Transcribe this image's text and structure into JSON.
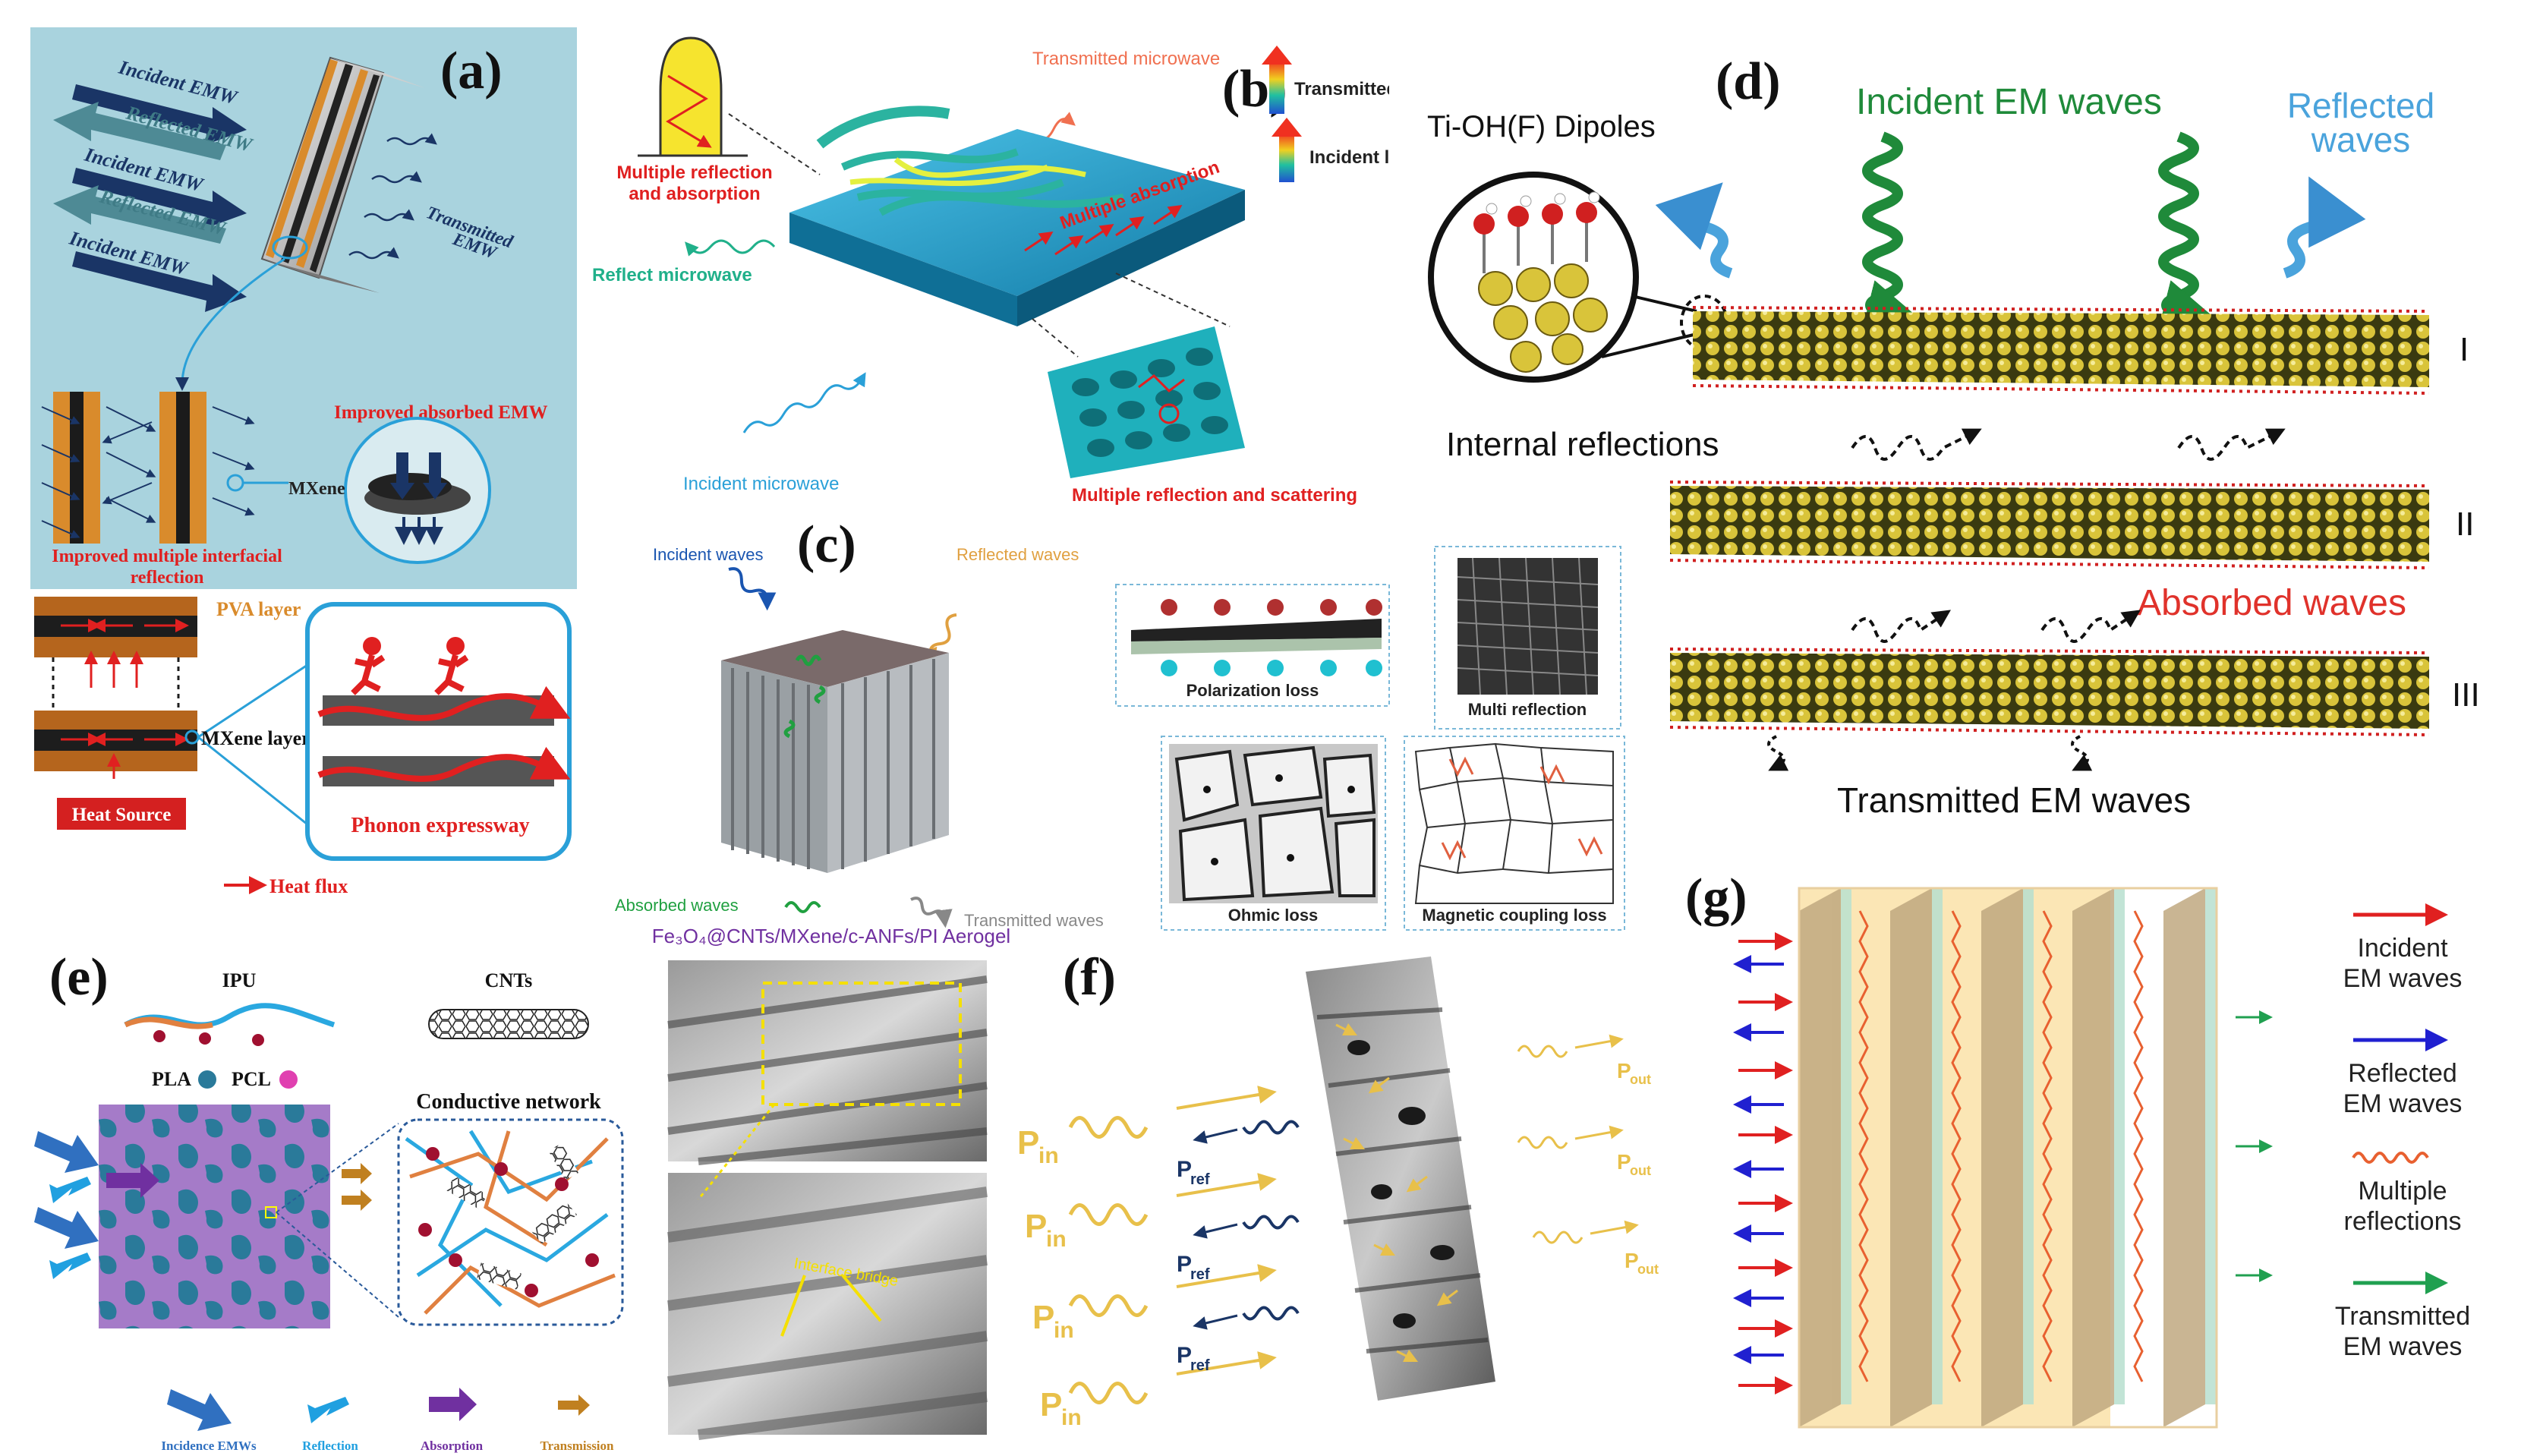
{
  "colors": {
    "panel_a_bg": "#a9d3de",
    "mxene_orange": "#d98b2c",
    "heat_red": "#e02020",
    "incident_green": "#1f8a3a",
    "reflected_blue": "#3a8fd0",
    "absorbed_red": "#e0322b",
    "wave_yellow": "#e8c04a",
    "navy": "#1a3566"
  },
  "panel_a": {
    "label": "(a)",
    "incident_1": "Incident EMW",
    "reflected_1": "Reflected EMW",
    "incident_2": "Incident EMW",
    "reflected_2": "Reflected EMW",
    "incident_3": "Incident EMW",
    "transmitted": "Transmitted",
    "transmitted_2": "EMW",
    "improved_absorbed": "Improved absorbed EMW",
    "mxene": "MXene",
    "improved_multiple_1": "Improved multiple interfacial",
    "improved_multiple_2": "reflection",
    "pva_layer": "PVA layer",
    "mxene_layer": "MXene layer",
    "phonon": "Phonon expressway",
    "heat_source": "Heat Source",
    "heat_flux": "Heat flux"
  },
  "panel_b": {
    "label": "(b)",
    "transmitted_microwave": "Transmitted microwave",
    "multiple_reflection_1": "Multiple reflection",
    "multiple_reflection_2": "and absorption",
    "transmitted_light": "Transmitted light",
    "multiple_absorption": "Multiple absorption",
    "incident_light": "Incident light",
    "reflect_microwave": "Reflect microwave",
    "incident_microwave": "Incident microwave",
    "multiple_scattering": "Multiple reflection and scattering"
  },
  "panel_c": {
    "label": "(c)",
    "incident_waves": "Incident waves",
    "reflected_waves": "Reflected waves",
    "absorbed_waves": "Absorbed waves",
    "transmitted_waves": "Transmitted waves",
    "polarization_loss": "Polarization loss",
    "multi_reflection": "Multi reflection",
    "ohmic_loss": "Ohmic loss",
    "magnetic_loss": "Magnetic coupling loss"
  },
  "panel_d": {
    "label": "(d)",
    "dipoles": "Ti-OH(F) Dipoles",
    "incident": "Incident EM waves",
    "reflected_1": "Reflected",
    "reflected_2": "waves",
    "internal": "Internal reflections",
    "absorbed": "Absorbed waves",
    "transmitted": "Transmitted EM waves",
    "layer_1": "I",
    "layer_2": "II",
    "layer_3": "III"
  },
  "panel_e": {
    "label": "(e)",
    "ipu": "IPU",
    "cnts": "CNTs",
    "pla": "PLA",
    "pcl": "PCL",
    "conductive": "Conductive network",
    "leg_incidence": "Incidence EMWs",
    "leg_reflection": "Reflection",
    "leg_absorption": "Absorption",
    "leg_transmission": "Transmission",
    "aerogel_title": "Fe₃O₄@CNTs/MXene/c-ANFs/PI Aerogel",
    "interface_bridge": "Interface bridge"
  },
  "panel_f": {
    "label": "(f)",
    "p_in": "P",
    "p_in_sub": "in",
    "p_ref": "P",
    "p_ref_sub": "ref",
    "p_out": "P",
    "p_out_sub": "out"
  },
  "panel_g": {
    "label": "(g)",
    "incident_1": "Incident",
    "incident_2": "EM waves",
    "reflected_1": "Reflected",
    "reflected_2": "EM waves",
    "multiple_1": "Multiple",
    "multiple_2": "reflections",
    "transmitted_1": "Transmitted",
    "transmitted_2": "EM waves"
  }
}
